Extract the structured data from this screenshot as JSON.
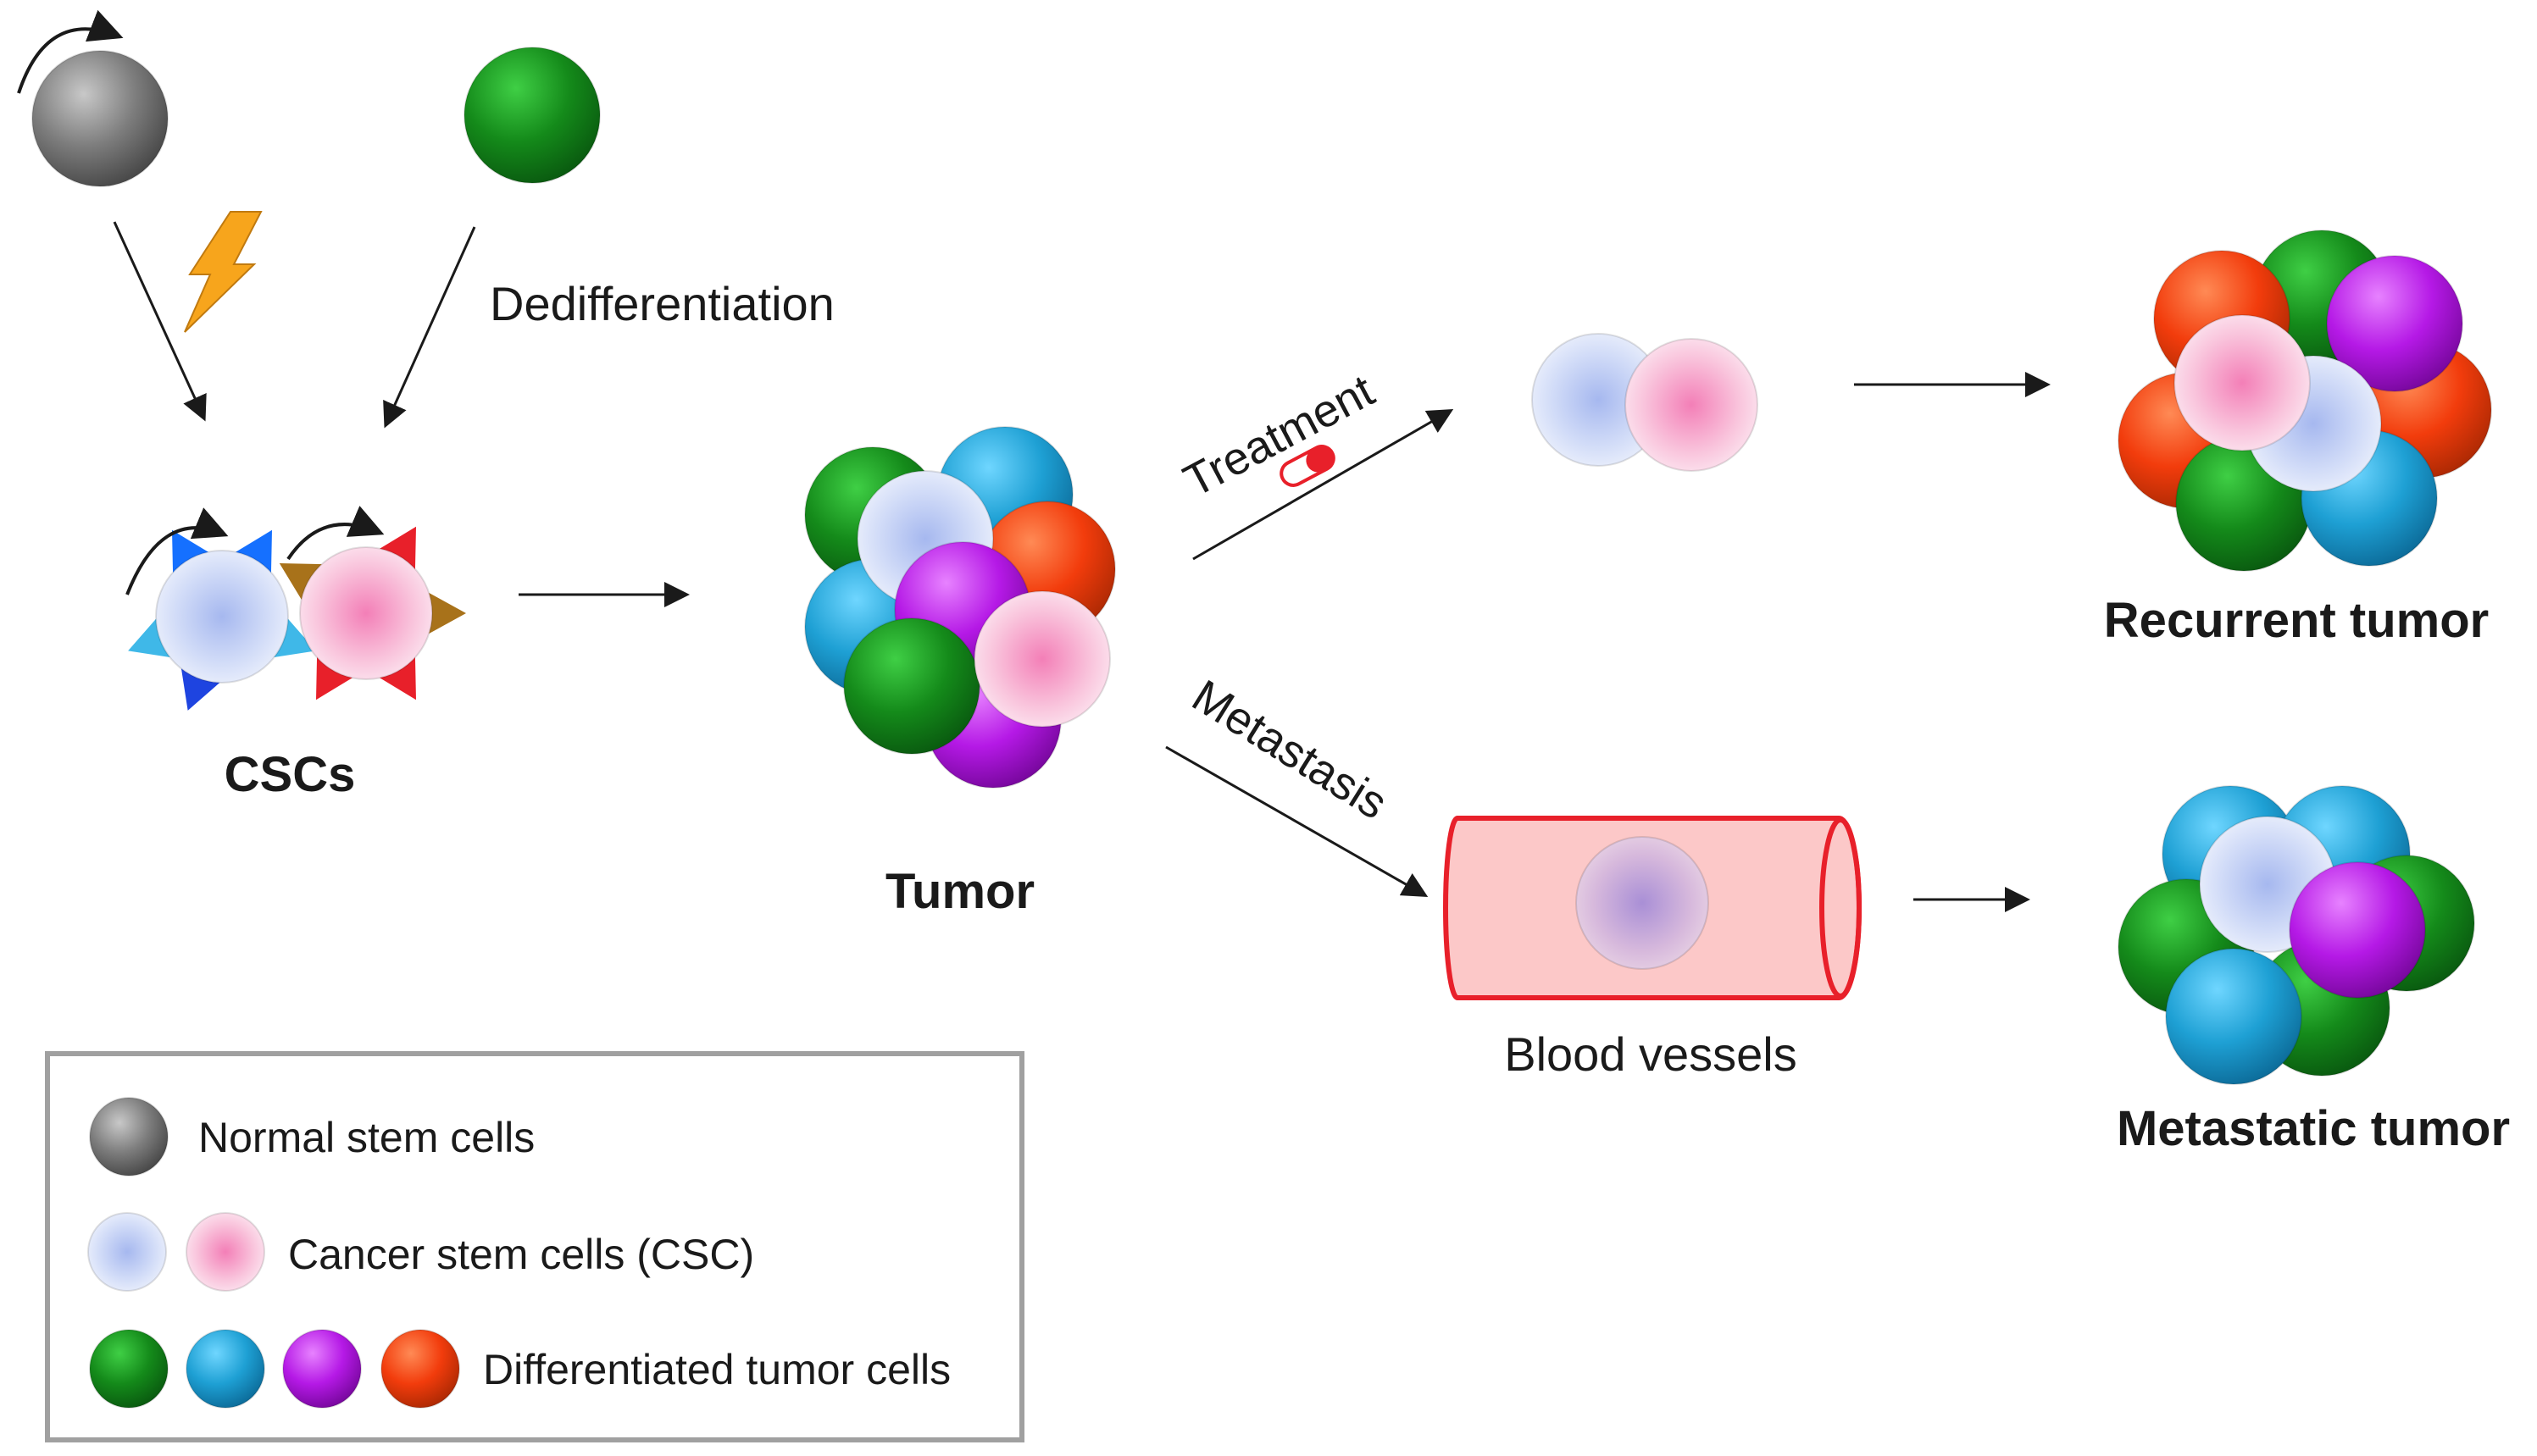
{
  "labels": {
    "dedifferentiation": "Dedifferentiation",
    "cscs": "CSCs",
    "tumor": "Tumor",
    "treatment": "Treatment",
    "metastasis": "Metastasis",
    "recurrent_tumor": "Recurrent tumor",
    "blood_vessels": "Blood vessels",
    "metastatic_tumor": "Metastatic tumor"
  },
  "legend": {
    "items": [
      {
        "label": "Normal stem cells",
        "cells": [
          "gray"
        ]
      },
      {
        "label": "Cancer stem cells (CSC)",
        "cells": [
          "blue-csc",
          "pink-csc"
        ]
      },
      {
        "label": "Differentiated tumor cells",
        "cells": [
          "green",
          "blue",
          "purple",
          "orange"
        ]
      }
    ]
  },
  "colors": {
    "gray": "#7a7a7a",
    "green": "#148a1a",
    "blue": "#1ea0d4",
    "purple": "#b519e6",
    "orange": "#f23c0c",
    "blue-csc": "#b8c8f0",
    "pink-csc": "#f7b0d0",
    "vessel_fill": "#fcc8c8",
    "vessel_stroke": "#e8202a",
    "lightning": "#f7a51c"
  },
  "icons": [
    "lightning-icon",
    "pill-icon",
    "self-renewal-arrow-icon"
  ]
}
